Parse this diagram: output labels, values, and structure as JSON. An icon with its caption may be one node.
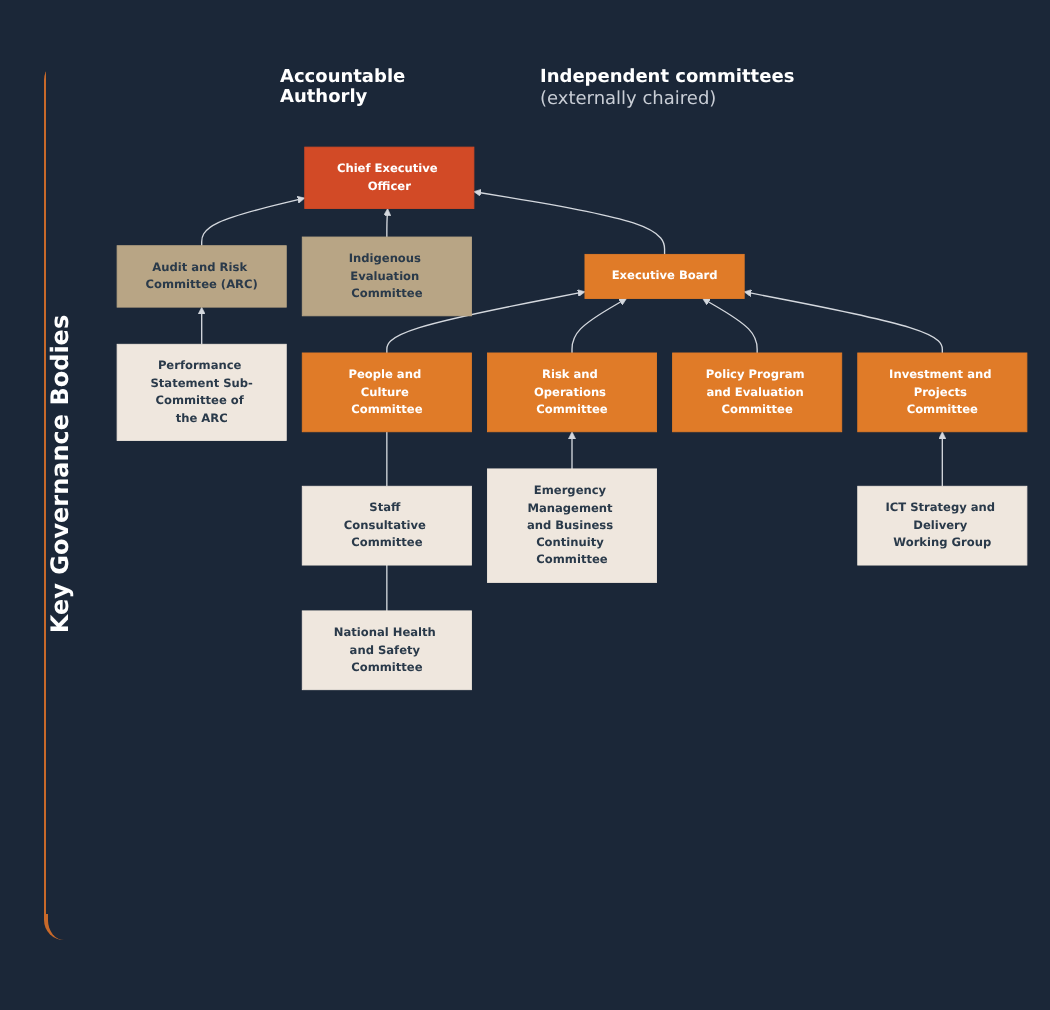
{
  "diagram": {
    "nodes": [
      {
        "text": [
          "Chief Executive Officer"
        ]
      },
      {
        "text": [
          "Audit and Risk Committee (ARC)"
        ]
      },
      {
        "text": [
          "Performance Statement Sub-Committee of the ARC"
        ]
      },
      {
        "text": [
          "Indigenous Evaluation Committee"
        ]
      },
      {
        "text": [
          "Executive Board"
        ]
      },
      {
        "text": [
          "People and Culture Committee"
        ]
      },
      {
        "text": [
          "Risk and Operations Committee"
        ]
      },
      {
        "text": [
          "Policy Program and Evaluation Committee"
        ]
      },
      {
        "text": [
          "Investment and Projects Committee"
        ]
      },
      {
        "text": [
          "Staff Consultative Committee"
        ]
      },
      {
        "text": [
          "Emergency Management and Business Continuity Committee"
        ]
      },
      {
        "text": [
          "ICT Strategy and Delivery Working Group"
        ]
      },
      {
        "text": [
          "National Health and Safety Committee"
        ]
      }
    ],
    "edges": [
      {
        "from": 1,
        "to": 0,
        "arrow": "to"
      },
      {
        "from": 3,
        "to": 0,
        "arrow": "to"
      },
      {
        "from": 2,
        "to": 1,
        "arrow": "to"
      },
      {
        "from": 4,
        "to": 0,
        "arrow": "to"
      },
      {
        "from": 5,
        "to": 4,
        "arrow": "to"
      },
      {
        "from": 6,
        "to": 4,
        "arrow": "to"
      },
      {
        "from": 7,
        "to": 4,
        "arrow": "to"
      },
      {
        "from": 8,
        "to": 4,
        "arrow": "to"
      },
      {
        "from": 9,
        "to": 5,
        "arrow": "none"
      },
      {
        "from": 10,
        "to": 6,
        "arrow": "to"
      },
      {
        "from": 11,
        "to": 8,
        "arrow": "to"
      },
      {
        "from": 12,
        "to": 9,
        "arrow": "none"
      }
    ],
    "labels": [
      "Key Governance Bodies",
      "Accountable Authorly",
      "Independent committees",
      "(externally chaired)"
    ]
  }
}
